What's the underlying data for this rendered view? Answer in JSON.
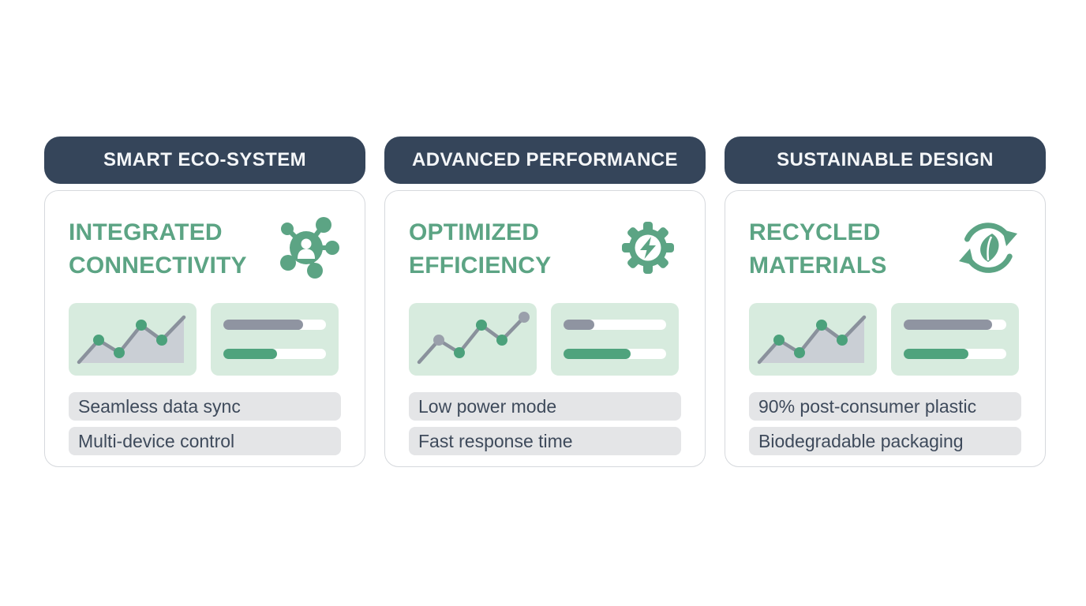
{
  "theme": {
    "header_bg": "#35455A",
    "header_text": "#F4F6F8",
    "card_border": "#D6D9DD",
    "accent_green": "#5CA484",
    "panel_green": "#D7EBDE",
    "line_gray": "#8A919C",
    "area_gray": "#C9CCD4",
    "dot_green": "#4BA17B",
    "dot_gray": "#9AA0AB",
    "bar_gray": "#8F94A1",
    "bar_green": "#4FA37D",
    "pill_bg": "#E4E5E7",
    "pill_text": "#3E4A5B"
  },
  "cards": [
    {
      "header": "SMART ECO-SYSTEM",
      "title_line1": "INTEGRATED",
      "title_line2": "CONNECTIVITY",
      "icon": "network-hub-icon",
      "chart": {
        "type": "line",
        "area": true,
        "dot_colors": [
          "#4BA17B",
          "#4BA17B",
          "#4BA17B",
          "#4BA17B"
        ]
      },
      "bars": [
        {
          "color": "gray",
          "pct": 78
        },
        {
          "color": "green",
          "pct": 52
        }
      ],
      "features": [
        "Seamless data sync",
        "Multi-device control"
      ]
    },
    {
      "header": "ADVANCED PERFORMANCE",
      "title_line1": "OPTIMIZED",
      "title_line2": "EFFICIENCY",
      "icon": "gear-bolt-icon",
      "chart": {
        "type": "line",
        "area": false,
        "dot_colors": [
          "#9AA0AB",
          "#4BA17B",
          "#4BA17B",
          "#4BA17B",
          "#9AA0AB"
        ]
      },
      "bars": [
        {
          "color": "gray",
          "pct": 30
        },
        {
          "color": "green",
          "pct": 65
        }
      ],
      "features": [
        "Low power mode",
        "Fast response time"
      ]
    },
    {
      "header": "SUSTAINABLE DESIGN",
      "title_line1": "RECYCLED",
      "title_line2": "MATERIALS",
      "icon": "recycle-leaf-icon",
      "chart": {
        "type": "line",
        "area": true,
        "dot_colors": [
          "#4BA17B",
          "#4BA17B",
          "#4BA17B",
          "#4BA17B"
        ]
      },
      "bars": [
        {
          "color": "gray",
          "pct": 86
        },
        {
          "color": "green",
          "pct": 63
        }
      ],
      "features": [
        "90% post-consumer plastic",
        "Biodegradable packaging"
      ]
    }
  ]
}
